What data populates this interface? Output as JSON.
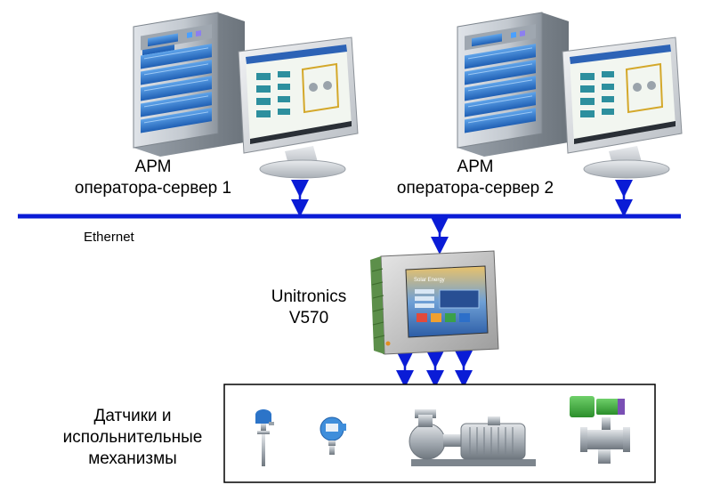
{
  "workstation1": {
    "line1": "АРМ",
    "line2": "оператора-сервер 1"
  },
  "workstation2": {
    "line1": "АРМ",
    "line2": "оператора-сервер 2"
  },
  "network": {
    "label": "Ethernet"
  },
  "plc": {
    "line1": "Unitronics",
    "line2": "V570",
    "screen_title": "Solar Energy"
  },
  "field": {
    "line1": "Датчики и",
    "line2": "испольнительные",
    "line3": "механизмы"
  },
  "colors": {
    "bus": "#0a1cd6",
    "arrow": "#0a1cd6",
    "server": "#2a6fc9",
    "motor": "#9aa3ab",
    "valve": "#3fae3f"
  },
  "icons": [
    "server-tower-icon",
    "monitor-icon",
    "plc-panel-icon",
    "level-sensor-icon",
    "pressure-transmitter-icon",
    "pump-motor-icon",
    "flow-meter-icon"
  ]
}
